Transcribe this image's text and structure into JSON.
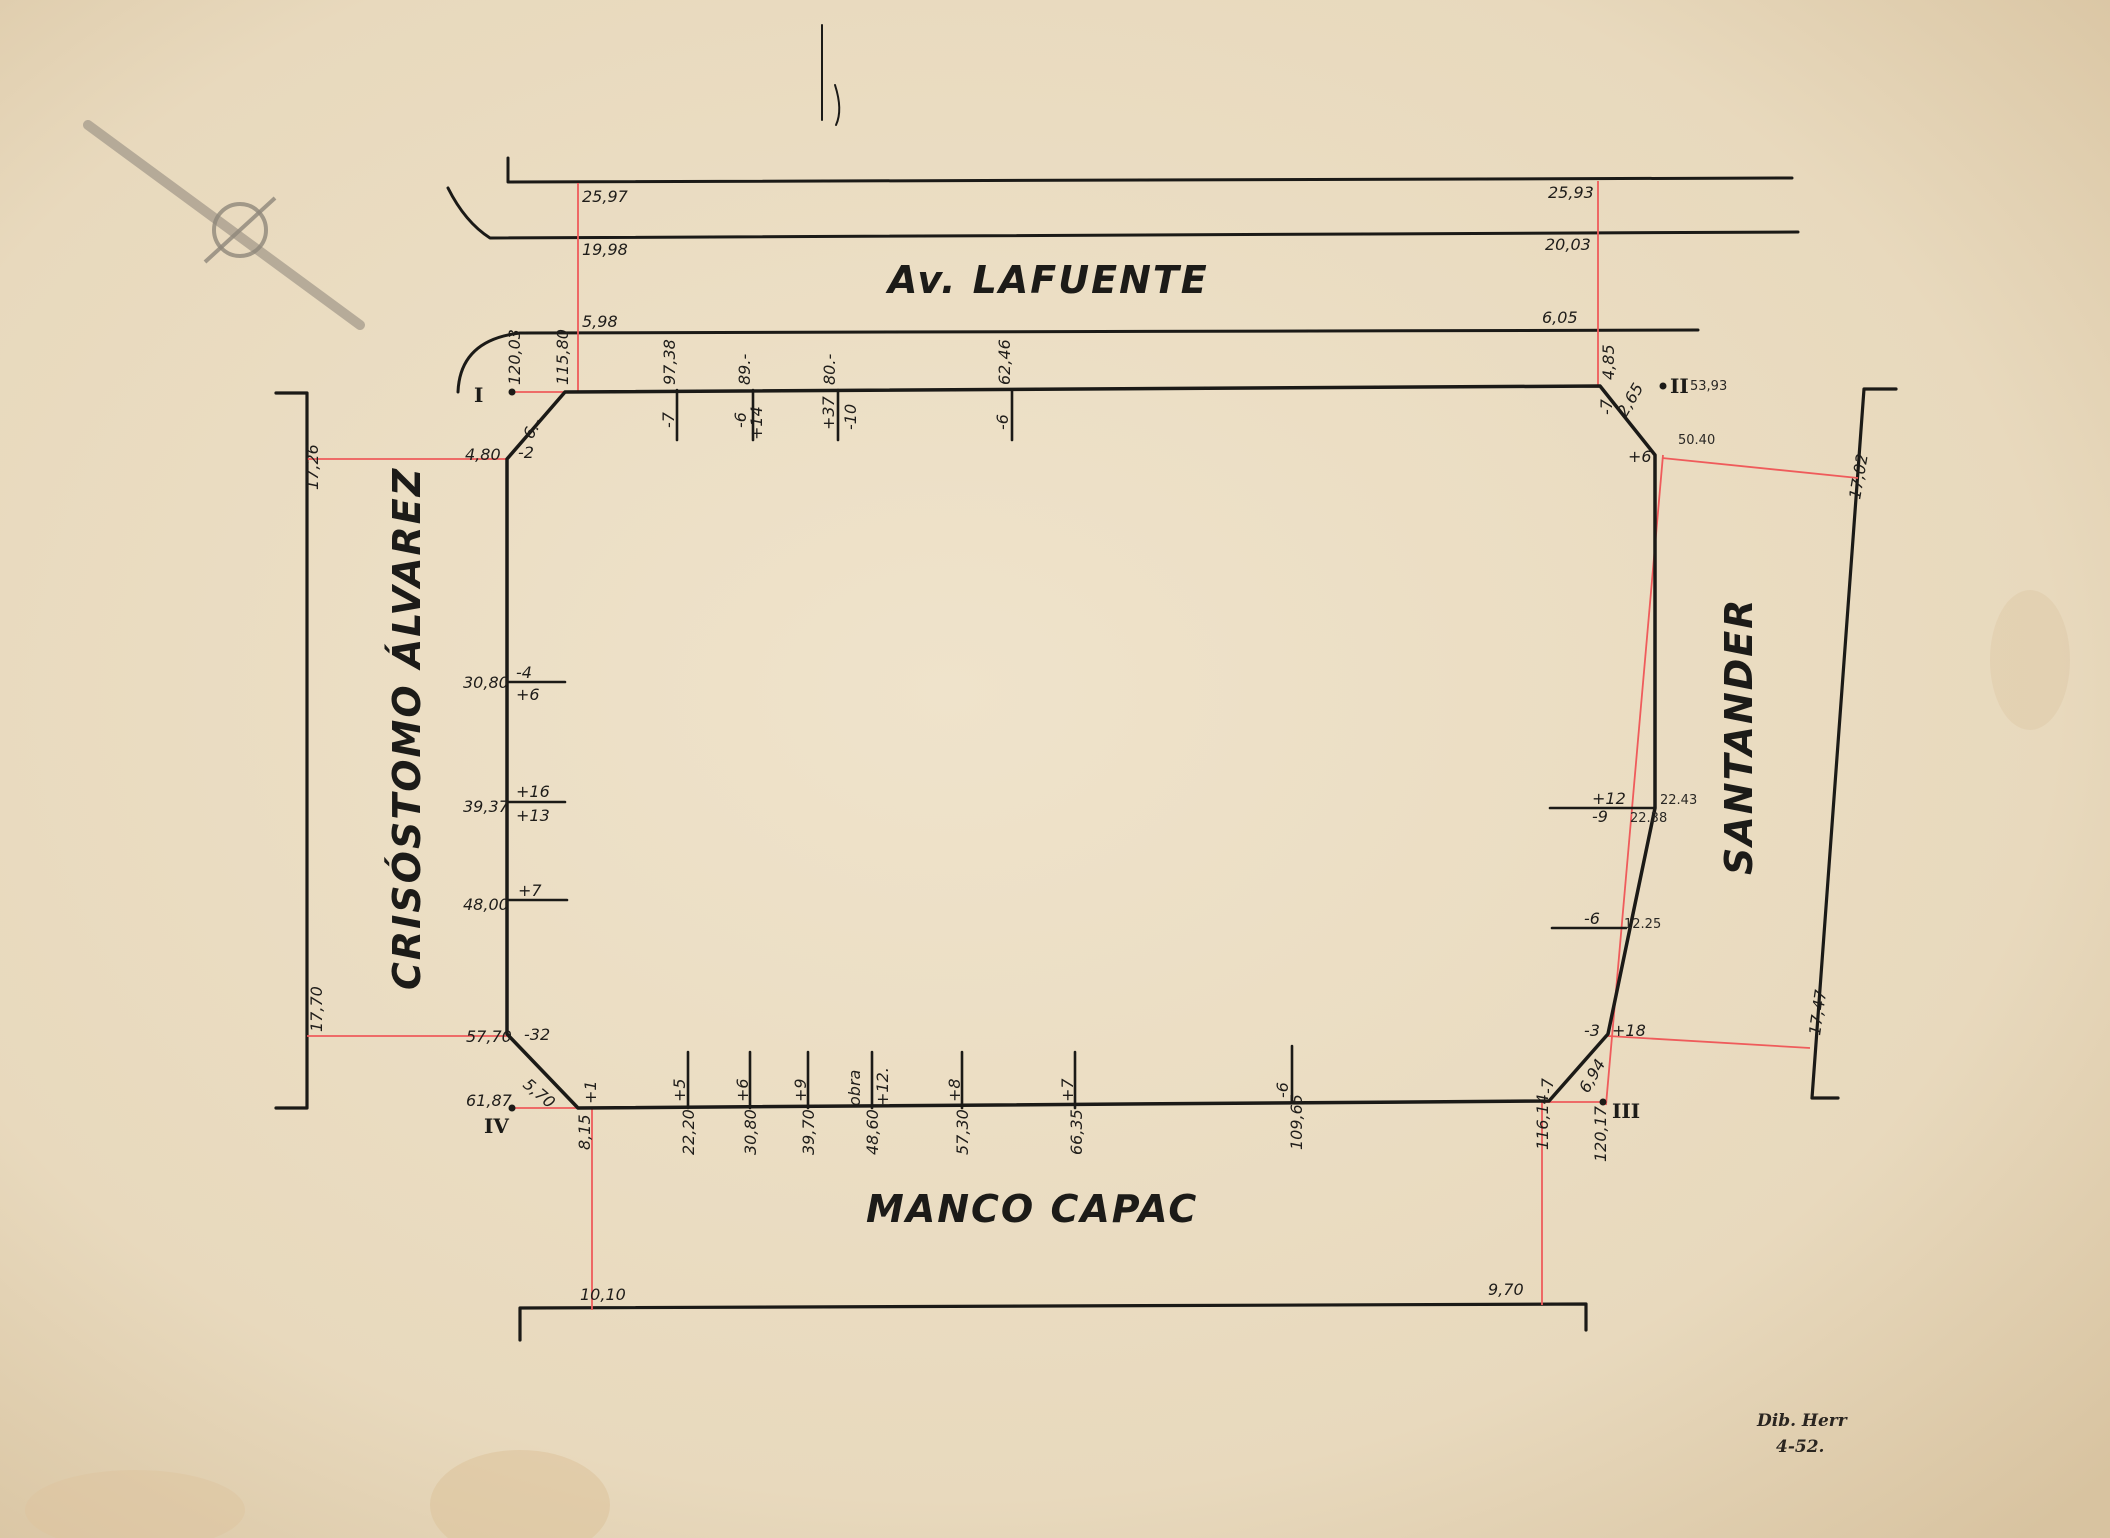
{
  "streets": {
    "north": "Av. LAFUENTE",
    "south": "MANCO CAPAC",
    "west": "CRISÓSTOMO ÁLVAREZ",
    "east": "SANTANDER"
  },
  "corners": {
    "i": "I",
    "ii": "II",
    "iii": "III",
    "iv": "IV"
  },
  "north": {
    "left_far": "25,97",
    "left_mid": "19,98",
    "left_near": "5,98",
    "right_far": "25,93",
    "right_mid": "20,03",
    "right_near": "6,05",
    "cross": [
      "120,03",
      "115,80",
      "97,38",
      "89.-",
      "80.-",
      "62,46",
      "4,85"
    ],
    "marks": [
      "6.-",
      "-7",
      "-6",
      "+14",
      "+37",
      "-10",
      "-6",
      "-7",
      "2,65"
    ]
  },
  "west": {
    "widths": [
      "17,26",
      "17,70"
    ],
    "stations": [
      "4,80",
      "30,80",
      "39,37",
      "48,00",
      "57,70",
      "61,87"
    ],
    "marks": [
      "-2",
      "-4",
      "+6",
      "+16",
      "+13",
      "+7",
      "-32",
      "5,70"
    ]
  },
  "south": {
    "widths": [
      "10,10",
      "9,70"
    ],
    "stations": [
      "8,15",
      "22,20",
      "30,80",
      "39,70",
      "48,60",
      "57,30",
      "66,35",
      "109,65",
      "116,14",
      "120,17"
    ],
    "marks": [
      "+1",
      "+5",
      "+6",
      "+9",
      "obra",
      "+12.",
      "+8",
      "+7",
      "-6",
      "-7",
      "6,94"
    ]
  },
  "east": {
    "widths": [
      "17,02",
      "17,47"
    ],
    "stations": [
      "53,93",
      "50.40",
      "22.43",
      "22.38",
      "12.25"
    ],
    "marks": [
      "+6",
      "+12",
      "-9",
      "-6",
      "-3",
      "+18"
    ]
  },
  "signature": {
    "line1": "Dib. Herr",
    "line2": "4-52."
  }
}
